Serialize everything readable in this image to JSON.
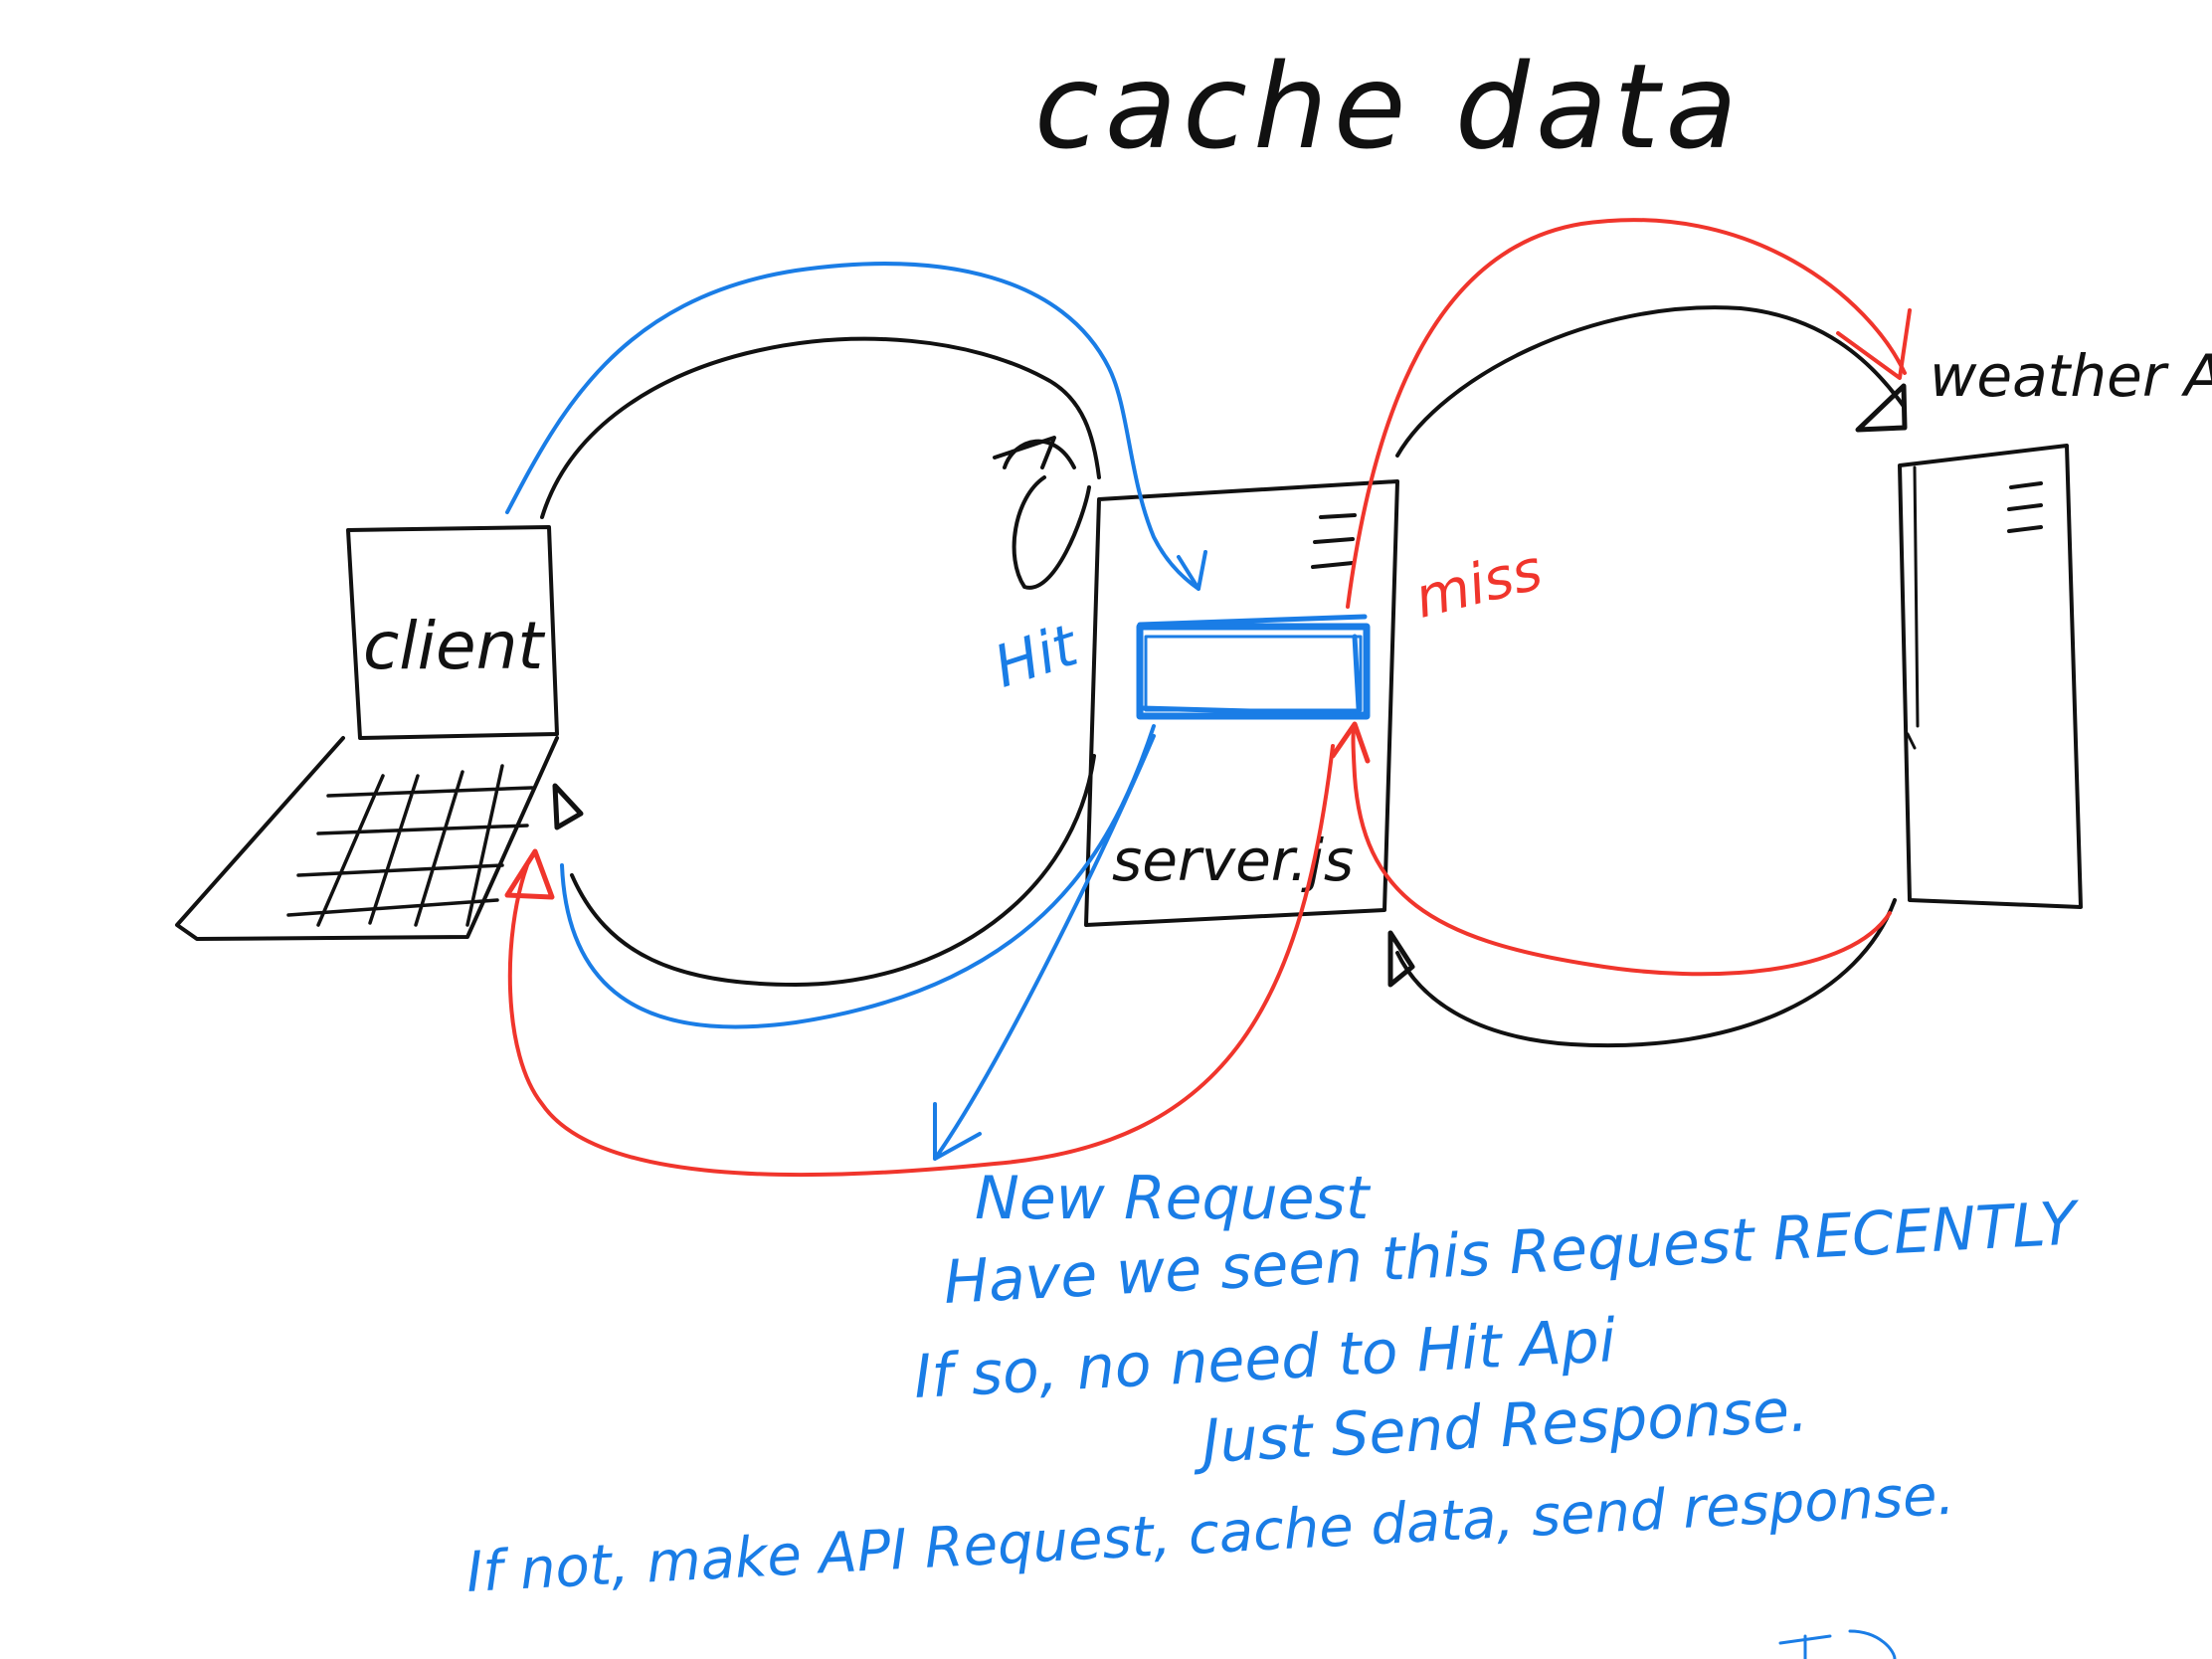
{
  "title": "cache data",
  "nodes": {
    "client": "client",
    "server": "server.js",
    "weather_api": "weather API"
  },
  "edge_labels": {
    "hit": "Hit",
    "miss": "miss"
  },
  "notes": [
    "New Request",
    "Have we seen this Request RECENTLY",
    "If so, no need to Hit Api",
    "Just Send Response.",
    "If not, make API Request, cache data, send response."
  ],
  "colors": {
    "ink": "#111111",
    "hit_path": "#1a7de6",
    "miss_path": "#f0352c"
  }
}
